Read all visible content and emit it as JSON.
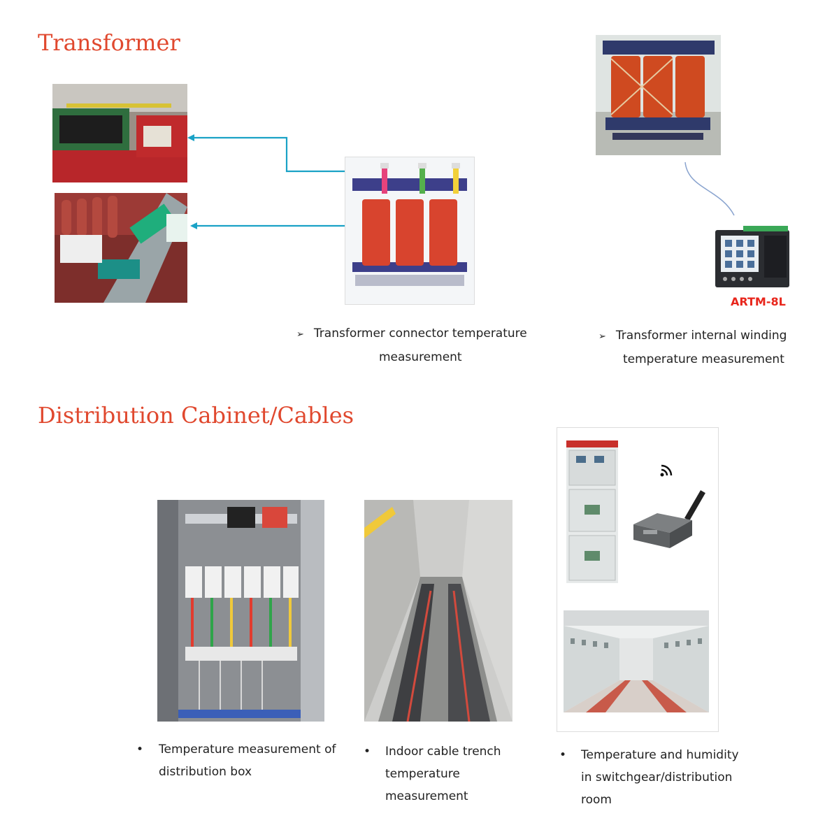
{
  "sections": {
    "transformer": {
      "title": "Transformer",
      "captions": {
        "connector": {
          "marker": "➢",
          "line1": "Transformer connector temperature",
          "line2": "measurement"
        },
        "winding": {
          "marker": "➢",
          "line1": "Transformer internal winding",
          "line2": "temperature measurement"
        }
      },
      "device_label": "ARTM-8L"
    },
    "distribution": {
      "title": "Distribution Cabinet/Cables",
      "captions": {
        "box": {
          "marker": "•",
          "line1": "Temperature measurement of",
          "line2": "distribution box"
        },
        "trench": {
          "marker": "•",
          "line1": "Indoor cable trench",
          "line2": "temperature",
          "line3": "measurement"
        },
        "room": {
          "marker": "•",
          "line1": "Temperature and humidity",
          "line2": "in switchgear/distribution",
          "line3": "room"
        }
      }
    }
  },
  "colors": {
    "title": "#e0482e",
    "arrow": "#1aa2c6",
    "device_label": "#e8261c"
  }
}
